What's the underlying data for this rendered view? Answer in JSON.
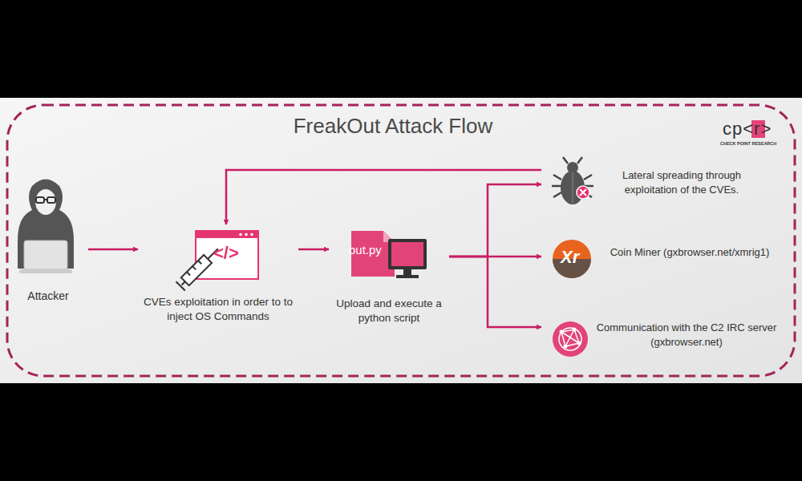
{
  "diagram": {
    "title": "FreakOut Attack Flow",
    "nodes": [
      {
        "text": [
          "Attacker"
        ]
      },
      {
        "text": [
          "CVEs exploitation in order to to inject OS Commands"
        ]
      },
      {
        "text": [
          "out.py",
          "Upload and execute a python script"
        ]
      },
      {
        "text": [
          "Lateral spreading through exploitation of the CVEs."
        ]
      },
      {
        "text": [
          "Coin Miner (gxbrowser.net/xmrig1)"
        ]
      },
      {
        "text": [
          "Communication with the C2 IRC server (gxbrowser.net)"
        ]
      }
    ],
    "edges": [
      {
        "from": 0,
        "to": 1,
        "arrow": "to"
      },
      {
        "from": 1,
        "to": 2,
        "arrow": "to"
      },
      {
        "from": 2,
        "to": 3,
        "arrow": "to"
      },
      {
        "from": 2,
        "to": 4,
        "arrow": "to"
      },
      {
        "from": 2,
        "to": 5,
        "arrow": "to"
      },
      {
        "from": 3,
        "to": 1,
        "arrow": "to"
      }
    ],
    "labels": [
      "</>",
      "Xr",
      "cp<r>",
      "CHECK POINT RESEARCH"
    ]
  }
}
